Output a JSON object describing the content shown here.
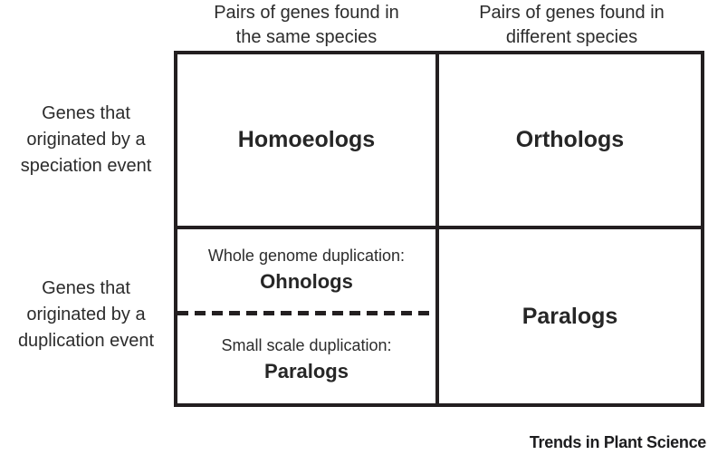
{
  "colors": {
    "background": "#ffffff",
    "line": "#231f20",
    "text": "#2c2c2c",
    "bold_text": "#262626"
  },
  "column_headers": [
    {
      "label": "Pairs of genes found in\nthe same species"
    },
    {
      "label": "Pairs of genes found in\ndifferent species"
    }
  ],
  "row_headers": [
    {
      "label": "Genes that\noriginated by a\nspeciation event"
    },
    {
      "label": "Genes that\noriginated by a\nduplication event"
    }
  ],
  "cells": {
    "speciation_same_species": {
      "label": "Homoeologs"
    },
    "speciation_different_species": {
      "label": "Orthologs"
    },
    "duplication_same_species": {
      "whole_genome": {
        "caption": "Whole genome duplication:",
        "label": "Ohnologs"
      },
      "small_scale": {
        "caption": "Small scale duplication:",
        "label": "Paralogs"
      }
    },
    "duplication_different_species": {
      "label": "Paralogs"
    }
  },
  "footer": {
    "journal": "Trends in Plant Science"
  }
}
